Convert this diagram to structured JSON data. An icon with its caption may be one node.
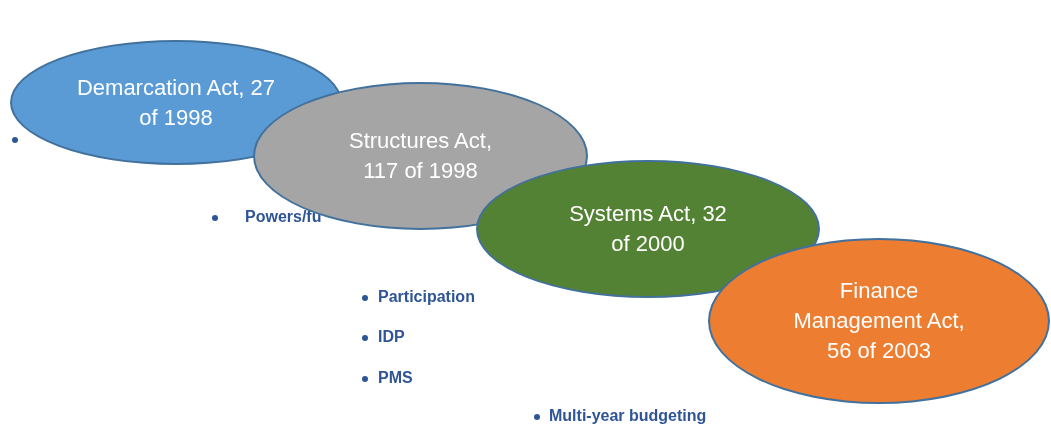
{
  "diagram": {
    "nodes": [
      {
        "text": [
          "Demarcation Act, 27 of 1998"
        ]
      },
      {
        "text": [
          "Structures Act, 117 of 1998"
        ]
      },
      {
        "text": [
          "Systems Act, 32 of 2000"
        ]
      },
      {
        "text": [
          "Finance Management Act, 56 of 2003"
        ]
      }
    ],
    "edges": [],
    "labels": [
      "Powers/fu",
      "Participation",
      "IDP",
      "PMS",
      "Multi-year budgeting"
    ]
  }
}
